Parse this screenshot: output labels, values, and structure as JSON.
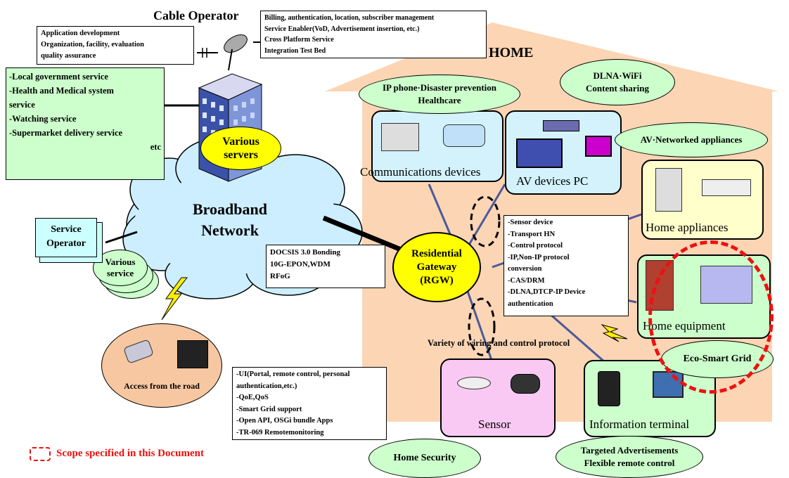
{
  "cable_operator": {
    "title": "Cable Operator",
    "left_box": [
      "Application development",
      "Organization, facility, evaluation",
      "quality assurance"
    ],
    "right_box": [
      "Billing, authentication, location, subscriber management",
      "Service Enabler(VoD, Advertisement insertion, etc.)",
      "Cross Platform Service",
      "Integration Test Bed"
    ]
  },
  "services_box": [
    "-Local government service",
    "-Health and Medical system",
    "service",
    "-Watching service",
    "-Supermarket delivery service",
    "etc"
  ],
  "servers_label": [
    "Various",
    "servers"
  ],
  "network_label": [
    "Broadband",
    "Network"
  ],
  "service_operator": {
    "label": [
      "Service",
      "Operator"
    ],
    "various": [
      "Various",
      "service"
    ]
  },
  "access_label": "Access from the road",
  "docsis_box": [
    "DOCSIS 3.0 Bonding",
    "10G-EPON,WDM",
    "RFoG"
  ],
  "rgw_label": [
    "Residential",
    "Gateway",
    "(RGW)"
  ],
  "home_label": "HOME",
  "bubbles": {
    "ip_phone": [
      "IP phone·Disaster prevention",
      "Healthcare"
    ],
    "dlna": [
      "DLNA·WiFi",
      "Content sharing"
    ],
    "av_networked": "AV·Networked appliances",
    "eco_smart": "Eco-Smart Grid",
    "home_security": "Home Security",
    "targeted": [
      "Targeted Advertisements",
      "Flexible remote control"
    ]
  },
  "devices": {
    "communications": "Communications devices",
    "av": "AV devices PC",
    "appliances": "Home appliances",
    "equipment": "Home equipment",
    "sensor": "Sensor",
    "info_terminal": "Information terminal"
  },
  "rgw_functions": [
    "-Sensor device",
    "-Transport HN",
    "-Control protocol",
    "-IP,Non-IP protocol",
    "conversion",
    "-CAS/DRM",
    "-DLNA,DTCP-IP Device",
    "authentication"
  ],
  "wiring_label": "Variety of wiring and control protocol",
  "ui_box": [
    "-UI(Portal, remote control, personal",
    "authentication,etc.)",
    "-QoE,QoS",
    "-Smart Grid support",
    "-Open API, OSGi bundle Apps",
    "-TR-069 Remotemonitoring"
  ],
  "legend": "Scope specified in this Document",
  "colors": {
    "house": "#fcd5b4",
    "green": "#ccffcc",
    "yellow": "#ffff00",
    "cloud": "#cceeff",
    "orange": "#f6c7a0",
    "pink": "#f9c9f3",
    "red": "#ee1111",
    "navy": "#4a5a9a"
  }
}
